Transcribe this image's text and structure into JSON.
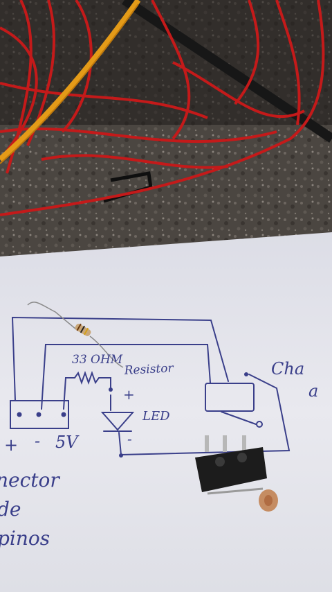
{
  "sketch": {
    "resistor_label": "33 OHM",
    "resistor_word": "Resistor",
    "led_label": "LED",
    "led_plus": "+",
    "led_minus": "-",
    "connector_plus": "+",
    "connector_minus": "-",
    "connector_voltage": "5V",
    "chave_partial": "Cha",
    "chave_partial_2": "a",
    "left_text_1": "nector",
    "left_text_2": "de",
    "left_text_3": "pinos"
  },
  "colors": {
    "paper": "#e9e9ee",
    "ink": "#3a3f8a",
    "wire_red": "#c41a1a",
    "counter": "#4a4540"
  }
}
